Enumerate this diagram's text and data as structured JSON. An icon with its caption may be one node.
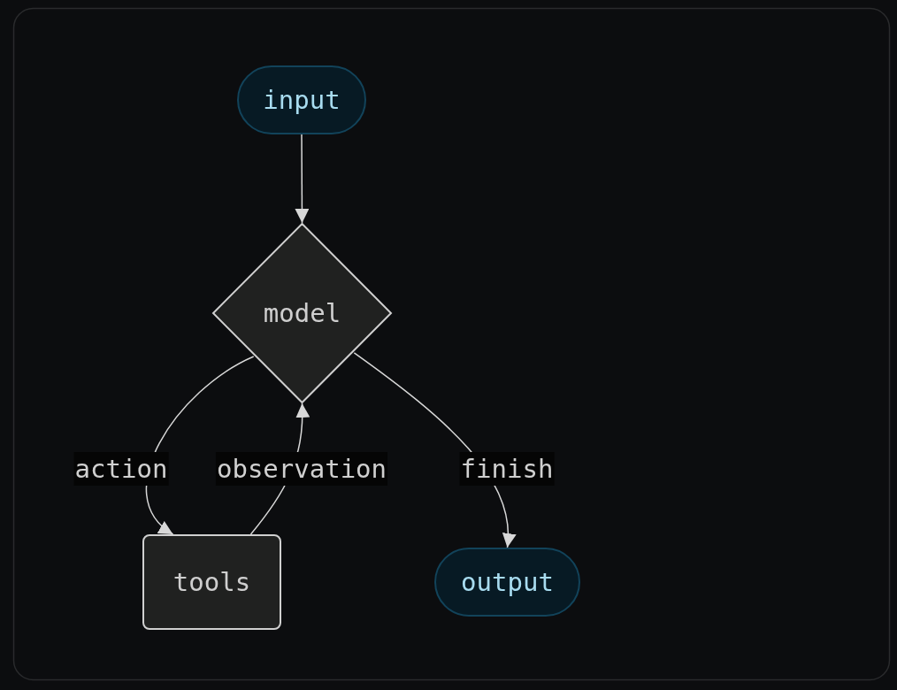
{
  "diagram": {
    "nodes": [
      {
        "text": [
          "input"
        ]
      },
      {
        "text": [
          "model"
        ]
      },
      {
        "text": [
          "tools"
        ]
      },
      {
        "text": [
          "output"
        ]
      }
    ],
    "edges": [
      {
        "from": 0,
        "to": 1,
        "arrow": "to"
      },
      {
        "from": 1,
        "to": 2,
        "arrow": "to",
        "label": "action"
      },
      {
        "from": 2,
        "to": 1,
        "arrow": "to",
        "label": "observation"
      },
      {
        "from": 1,
        "to": 3,
        "arrow": "to",
        "label": "finish"
      }
    ]
  }
}
